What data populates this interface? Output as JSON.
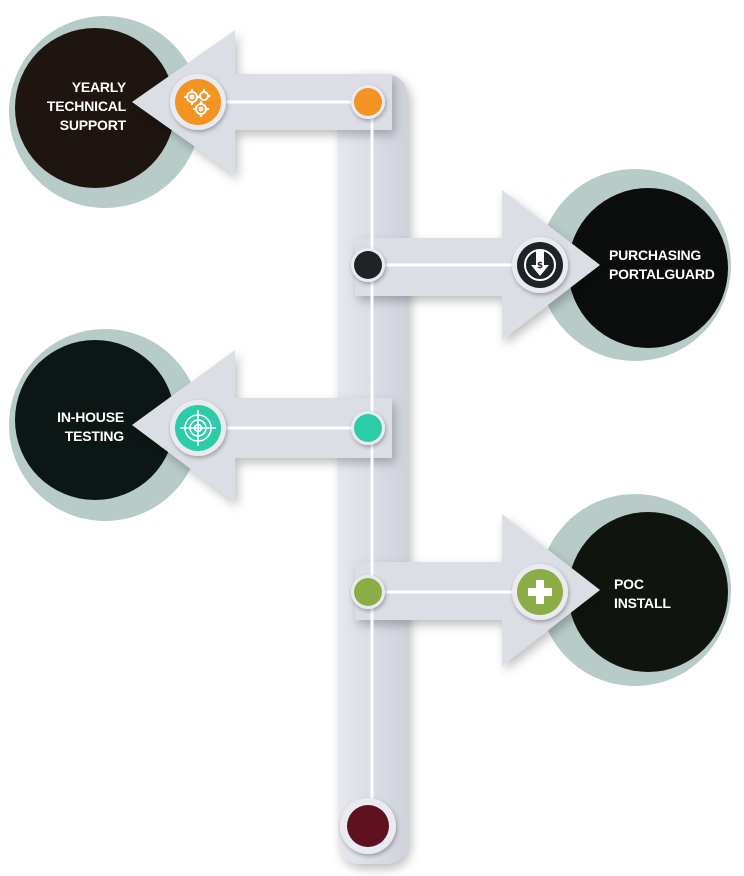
{
  "stages": [
    {
      "id": "yearly-technical-support",
      "lines": [
        "YEARLY",
        "TECHNICAL",
        "SUPPORT"
      ],
      "direction": "left",
      "color": "#F39321",
      "icon": "gears-icon",
      "circle_color": "#1E1410"
    },
    {
      "id": "purchasing-portalguard",
      "lines": [
        "PURCHASING",
        "PORTALGUARD"
      ],
      "direction": "right",
      "color": "#1E2326",
      "icon": "download-dollar-icon",
      "circle_color": "#0B0C0C"
    },
    {
      "id": "in-house-testing",
      "lines": [
        "IN-HOUSE",
        "TESTING"
      ],
      "direction": "left",
      "color": "#2DCCA9",
      "icon": "target-icon",
      "circle_color": "#0C1614"
    },
    {
      "id": "poc-install",
      "lines": [
        "POC",
        "INSTALL"
      ],
      "direction": "right",
      "color": "#8AAE45",
      "icon": "plus-icon",
      "circle_color": "#10140E"
    }
  ],
  "start_node": {
    "color": "#5E1220"
  },
  "colors": {
    "track": "#D8DAE3",
    "track_shadow": "#B9BCC7",
    "ring": "#B7CCC8",
    "line": "#FFFFFF"
  }
}
